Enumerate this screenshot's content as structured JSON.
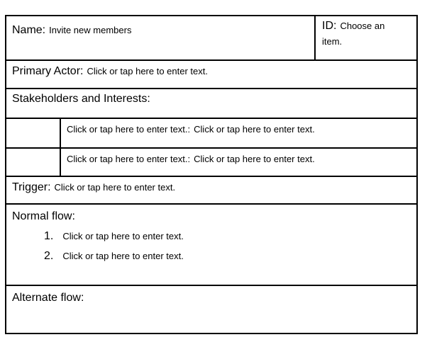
{
  "colors": {
    "border": "#000000",
    "text": "#000000",
    "background": "#ffffff"
  },
  "table": {
    "name": {
      "label": "Name:",
      "value": "Invite new members"
    },
    "id": {
      "label": "ID:",
      "value": "Choose an item."
    },
    "primary_actor": {
      "label": "Primary Actor:",
      "placeholder": "Click or tap here to enter text."
    },
    "stakeholders": {
      "header": "Stakeholders and Interests:",
      "rows": [
        {
          "left": "Click or tap here to enter text.",
          "sep": ":",
          "right": "Click or tap here to enter text."
        },
        {
          "left": "Click or tap here to enter text.",
          "sep": ":",
          "right": "Click or tap here to enter text."
        }
      ]
    },
    "trigger": {
      "label": "Trigger:",
      "placeholder": "Click or tap here to enter text."
    },
    "normal_flow": {
      "label": "Normal flow:",
      "items": [
        {
          "num": "1.",
          "placeholder": "Click or tap here to enter text."
        },
        {
          "num": "2.",
          "placeholder": "Click or tap here to enter text."
        }
      ]
    },
    "alternate_flow": {
      "label": "Alternate flow:"
    }
  }
}
